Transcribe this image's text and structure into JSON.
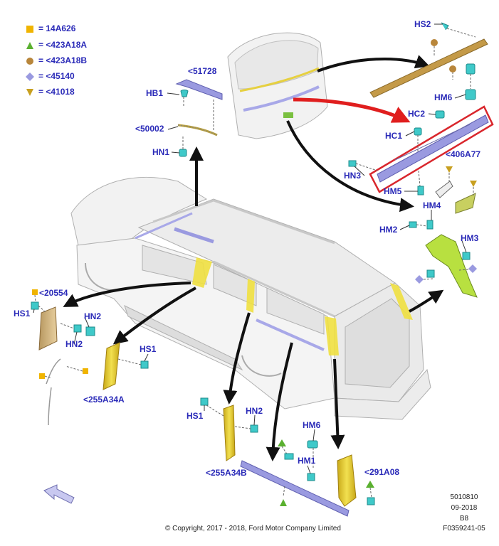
{
  "legend": [
    {
      "symbol": "square",
      "color": "#f0b400",
      "text": "= 14A626"
    },
    {
      "symbol": "triangle",
      "color": "#5ab030",
      "text": "= <423A18A"
    },
    {
      "symbol": "circle",
      "color": "#b8863b",
      "text": "= <423A18B"
    },
    {
      "symbol": "diamond",
      "color": "#9a9ae0",
      "text": "= <45140"
    },
    {
      "symbol": "triangle-down",
      "color": "#c8a020",
      "text": "= <41018"
    }
  ],
  "labels": {
    "hs2": "HS2",
    "l51728": "<51728",
    "hb1": "HB1",
    "l50002": "<50002",
    "hn1": "HN1",
    "hm6_top": "HM6",
    "hc2": "HC2",
    "hc1": "HC1",
    "l406a77": "<406A77",
    "hn3": "HN3",
    "hm5": "HM5",
    "hm4": "HM4",
    "hm2": "HM2",
    "hm3": "HM3",
    "l20554": "<20554",
    "hs1_left": "HS1",
    "hn2_a": "HN2",
    "hn2_b": "HN2",
    "hs1_mid": "HS1",
    "l255a34a": "<255A34A",
    "hs1_bot": "HS1",
    "hn2_bot": "HN2",
    "hm6_bot": "HM6",
    "hm1": "HM1",
    "l255a34b": "<255A34B",
    "l291a08": "<291A08"
  },
  "info": {
    "line1": "5010810",
    "line2": "09-2018",
    "line3": "B8",
    "line4": "F0359241-05"
  },
  "copyright": "© Copyright, 2017 - 2018, Ford Motor Company Limited",
  "colors": {
    "label": "#2a2ab8",
    "highlight_box": "#d9262c",
    "arrow": "#111111",
    "red_arrow": "#e01e1e",
    "clip": "#3fc9c9",
    "pillar_yellow": "#e8d020",
    "molding_purple": "#8e8ee0"
  }
}
